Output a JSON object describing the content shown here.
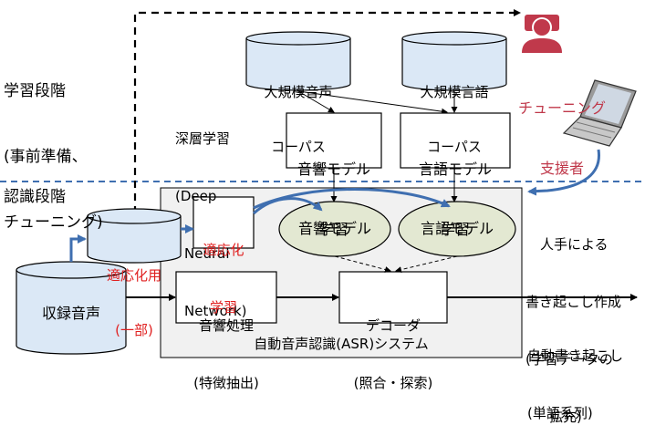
{
  "phases": {
    "training": [
      "学習段階",
      "(事前準備、",
      "チューニング)"
    ],
    "recognition": "認識段階"
  },
  "deep_learning": {
    "title": "深層学習",
    "english": [
      "(Deep",
      "Neural",
      "Network)"
    ]
  },
  "corpora": {
    "speech": [
      "大規模音声",
      "コーパス"
    ],
    "language": [
      "大規模言語",
      "コーパス"
    ]
  },
  "training_boxes": {
    "acoustic": [
      "音響モデル",
      "学習"
    ],
    "language": [
      "言語モデル",
      "学習"
    ]
  },
  "tuning_supporter": [
    "チューニング",
    "支援者"
  ],
  "transcription_note": [
    "人手による",
    "書き起こし作成",
    "(学習データの",
    "拡充)"
  ],
  "adaptation_data": [
    "適応化用",
    "(一部)"
  ],
  "adaptation_training": [
    "適応化",
    "学習"
  ],
  "models": {
    "acoustic": "音響モデル",
    "language": "言語モデル"
  },
  "recorded_audio": "収録音声",
  "acoustic_processing": [
    "音響処理",
    "(特徴抽出)"
  ],
  "decoder": [
    "デコーダ",
    "(照合・探索)"
  ],
  "output": [
    "自動書き起こし",
    "(単語系列)"
  ],
  "system_label": "自動音声認識(ASR)システム",
  "colors": {
    "accent_red": "#e02020",
    "person_red": "#c0394b",
    "arrow_blue": "#3f6fb0",
    "model_fill": "#e3e8d2",
    "system_fill": "#f1f1f1",
    "cylinder_fill": "#dbe8f6"
  }
}
